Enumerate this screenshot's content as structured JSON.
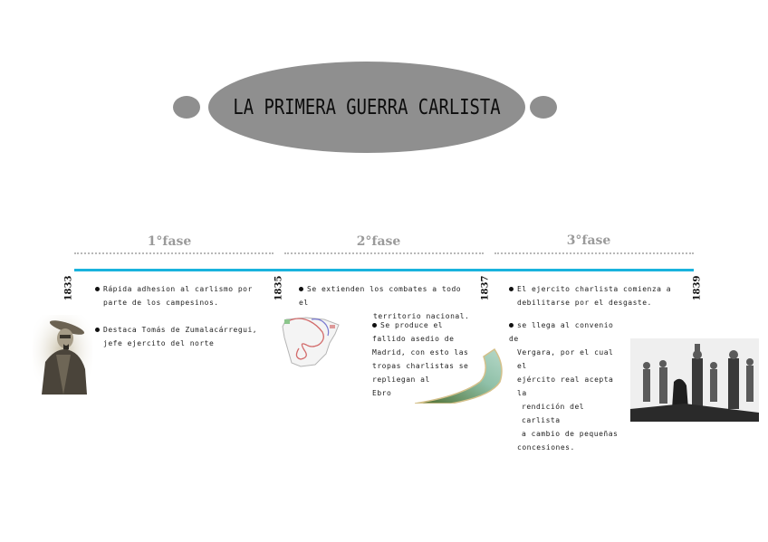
{
  "title": "La Primera Guerra Carlista",
  "colors": {
    "title_ellipse": "#8f8f8f",
    "timeline_line": "#1ab3dd",
    "phase_label": "#9a9a9a",
    "dotted_line": "#b8b8b8"
  },
  "phases": [
    {
      "label": "1°fase"
    },
    {
      "label": "2°fase"
    },
    {
      "label": "3°fase"
    }
  ],
  "years": [
    "1833",
    "1835",
    "1837",
    "1839"
  ],
  "events": {
    "phase1": [
      {
        "text_line1": "Rápida adhesion al carlismo por",
        "text_line2": "parte de los campesinos."
      },
      {
        "text_line1": "Destaca Tomás de Zumalacárregui,",
        "text_line2": "jefe ejercito del norte"
      }
    ],
    "phase2": [
      {
        "text_line1": "Se extienden los combates a todo el",
        "text_line2": "territorio nacional."
      },
      {
        "lines": [
          "Se produce el",
          "fallido asedio de",
          "Madrid, con esto las",
          "tropas charlistas se",
          "repliegan al",
          "Ebro"
        ]
      }
    ],
    "phase3": [
      {
        "text_line1": "El ejercito charlista comienza a",
        "text_line2": "debilitarse por el desgaste."
      },
      {
        "lines": [
          "se llega al convenio de",
          "Vergara, por el cual el",
          "ejército real acepta la",
          "rendición del carlista",
          "a cambio de pequeñas",
          "concesiones."
        ]
      }
    ]
  },
  "images": {
    "portrait": "zumalacarregui-portrait",
    "map": "spain-campaign-map",
    "river": "ebro-river",
    "soldiers": "vergara-soldiers"
  }
}
